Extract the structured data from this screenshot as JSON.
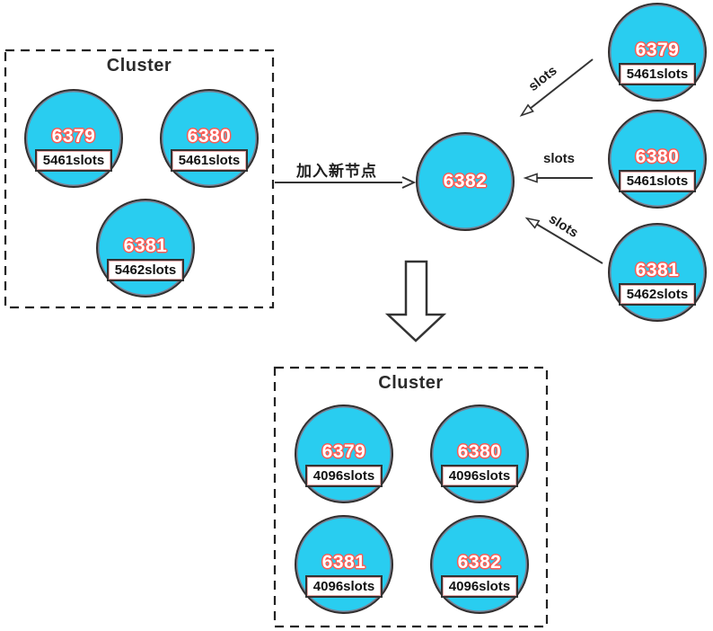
{
  "diagram": {
    "before_cluster": {
      "title": "Cluster",
      "nodes": [
        {
          "id": "6379",
          "slots": "5461slots"
        },
        {
          "id": "6380",
          "slots": "5461slots"
        },
        {
          "id": "6381",
          "slots": "5462slots"
        }
      ]
    },
    "join_arrow": {
      "label": "加入新节点"
    },
    "new_node": {
      "id": "6382"
    },
    "slot_sources": [
      {
        "id": "6379",
        "slots": "5461slots",
        "arrow_label": "slots"
      },
      {
        "id": "6380",
        "slots": "5461slots",
        "arrow_label": "slots"
      },
      {
        "id": "6381",
        "slots": "5462slots",
        "arrow_label": "slots"
      }
    ],
    "after_cluster": {
      "title": "Cluster",
      "nodes": [
        {
          "id": "6379",
          "slots": "4096slots"
        },
        {
          "id": "6380",
          "slots": "4096slots"
        },
        {
          "id": "6381",
          "slots": "4096slots"
        },
        {
          "id": "6382",
          "slots": "4096slots"
        }
      ]
    },
    "colors": {
      "node_fill": "#29CDF0",
      "node_border": "#332E2E",
      "node_id_text": "#FFFFFF",
      "node_id_outline": "#FF5A52",
      "slots_box_bg": "#FFFFFF",
      "slots_box_border": "#333333",
      "arrow": "#333333",
      "dashed_border": "#222222"
    }
  }
}
